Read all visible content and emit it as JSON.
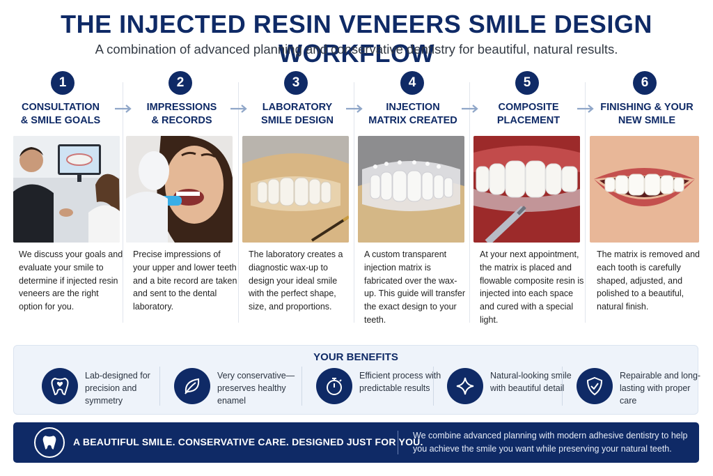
{
  "title": "THE INJECTED RESIN VENEERS SMILE DESIGN WORKFLOW",
  "subtitle": "A combination of advanced planning and conservative dentistry for beautiful, natural results.",
  "colors": {
    "navy": "#0f2a66",
    "arrow": "#8fa6c8",
    "panel": "#eef3fa"
  },
  "steps": [
    {
      "number": "1",
      "title_line1": "CONSULTATION",
      "title_line2": "& SMILE GOALS",
      "text": "We discuss your goals and evaluate your smile to determine if injected resin veneers are the right option for you.",
      "image": "consultation-photo"
    },
    {
      "number": "2",
      "title_line1": "IMPRESSIONS",
      "title_line2": "& RECORDS",
      "text": "Precise impressions of your upper and lower teeth and a bite record are taken and sent to the dental laboratory.",
      "image": "impression-photo"
    },
    {
      "number": "3",
      "title_line1": "LABORATORY",
      "title_line2": "SMILE DESIGN",
      "text": "The laboratory creates a diagnostic wax-up to design your ideal smile with the perfect shape, size, and proportions.",
      "image": "wax-up-model-photo"
    },
    {
      "number": "4",
      "title_line1": "INJECTION",
      "title_line2": "MATRIX CREATED",
      "text": "A custom transparent injection matrix is fabricated over the wax-up. This guide will transfer the exact design to your teeth.",
      "image": "matrix-photo"
    },
    {
      "number": "5",
      "title_line1": "COMPOSITE",
      "title_line2": "PLACEMENT",
      "text": "At your next appointment, the matrix is placed and flowable composite resin is injected into each space and cured with a special light.",
      "image": "injection-photo"
    },
    {
      "number": "6",
      "title_line1": "FINISHING & YOUR",
      "title_line2": "NEW SMILE",
      "text": "The matrix is removed and each tooth is carefully shaped, adjusted, and polished to a beautiful, natural finish.",
      "image": "final-smile-photo"
    }
  ],
  "benefits": {
    "title": "YOUR BENEFITS",
    "items": [
      {
        "icon": "tooth-heart-icon",
        "text": "Lab-designed for precision and symmetry"
      },
      {
        "icon": "leaf-icon",
        "text": "Very conservative—preserves healthy enamel"
      },
      {
        "icon": "stopwatch-icon",
        "text": "Efficient process with predictable results"
      },
      {
        "icon": "sparkle-icon",
        "text": "Natural-looking smile with beautiful detail"
      },
      {
        "icon": "shield-check-icon",
        "text": "Repairable and long-lasting with proper care"
      }
    ]
  },
  "footer": {
    "icon": "tooth-icon",
    "tagline": "A BEAUTIFUL SMILE. CONSERVATIVE CARE. DESIGNED JUST FOR YOU.",
    "text": "We combine advanced planning with modern adhesive dentistry to help you achieve the smile you want while preserving your natural teeth."
  }
}
